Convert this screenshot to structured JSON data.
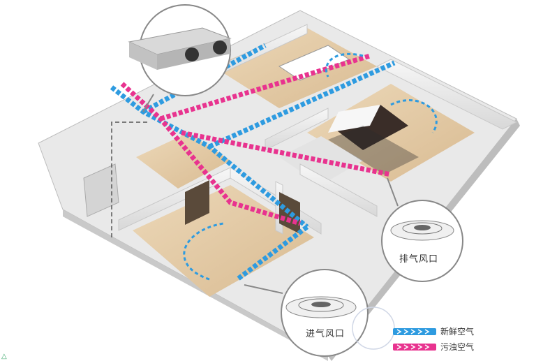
{
  "labels": {
    "exhaust_vent": "排气风口",
    "intake_vent": "进气风口"
  },
  "legend": {
    "fresh_air": "新鲜空气",
    "stale_air": "污浊空气"
  },
  "colors": {
    "fresh": "#2e9be0",
    "stale": "#e8338f",
    "wall": "#f2f2f2",
    "floor": "#e6cfae"
  },
  "icons": {
    "corner": "triangle-icon"
  }
}
